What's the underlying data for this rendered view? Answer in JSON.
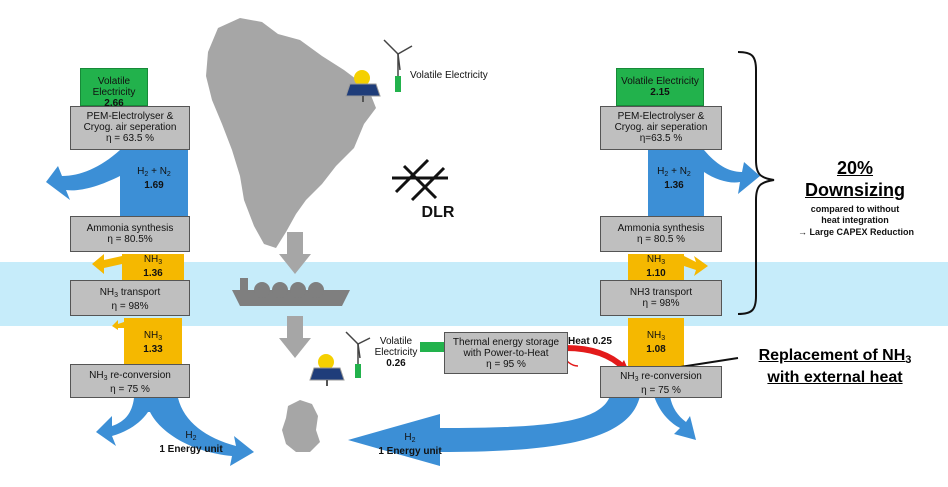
{
  "left": {
    "volatile_label": "Volatile Electricity",
    "volatile_value": "2.66",
    "electrolyser_line1": "PEM-Electrolyser &",
    "electrolyser_line2": "Cryog. air seperation",
    "electrolyser_eff": "η = 63.5 %",
    "h2n2_label": "H",
    "h2n2_label_mid": " + N",
    "h2n2_value": "1.69",
    "synthesis_label": "Ammonia synthesis",
    "synthesis_eff": "η = 80.5%",
    "nh3_a_label": "NH",
    "nh3_a_value": "1.36",
    "transport_label": "NH",
    "transport_label_rest": " transport",
    "transport_eff": "η = 98%",
    "nh3_b_label": "NH",
    "nh3_b_value": "1.33",
    "reconv_label": "NH",
    "reconv_label_rest": " re-conversion",
    "reconv_eff": "η = 75 %",
    "h2_out_label": "H",
    "h2_out_value": "1 Energy unit"
  },
  "right": {
    "volatile_label": "Volatile Electricity",
    "volatile_value": "2.15",
    "electrolyser_line1": "PEM-Electrolyser &",
    "electrolyser_line2": "Cryog. air seperation",
    "electrolyser_eff": "η=63.5 %",
    "h2n2_label": "H",
    "h2n2_label_mid": " + N",
    "h2n2_value": "1.36",
    "synthesis_label": "Ammonia synthesis",
    "synthesis_eff": "η = 80.5 %",
    "nh3_a_label": "NH",
    "nh3_a_value": "1.10",
    "transport_label": "NH3 transport",
    "transport_eff": "η =  98%",
    "nh3_b_label": "NH",
    "nh3_b_value": "1.08",
    "reconv_label": "NH",
    "reconv_label_rest": " re-conversion",
    "reconv_eff": "η = 75 %",
    "h2_out_label": "H",
    "h2_out_value": "1 Energy unit"
  },
  "center": {
    "top_volatile_label": "Volatile Electricity",
    "bottom_volatile_line1": "Volatile",
    "bottom_volatile_line2": "Electricity",
    "bottom_volatile_value": "0.26",
    "tes_line1": "Thermal energy storage",
    "tes_line2": "with Power-to-Heat",
    "tes_eff": "η = 95 %",
    "heat_label": "Heat 0.25",
    "logo_text": "DLR"
  },
  "annotations": {
    "downsizing_pct": "20%",
    "downsizing_word": "Downsizing",
    "compared_line1": "compared to without",
    "compared_line2": "heat integration",
    "capex": "→ Large CAPEX Reduction",
    "replacement_line1": "Replacement of NH",
    "replacement_line2": "with external heat"
  },
  "colors": {
    "green": "#22b24c",
    "blue_flow": "#3c8fd6",
    "yellow_flow": "#f5b800",
    "grey_box": "#bfbfbf",
    "sea_band": "#c6ecfa",
    "heat_red": "#e31b1b",
    "map_grey": "#a6a6a6"
  },
  "icons": [
    "wind-turbine-icon",
    "solar-panel-icon",
    "ship-icon",
    "dlr-logo-icon",
    "down-arrow-icon",
    "south-america-map",
    "germany-map"
  ]
}
